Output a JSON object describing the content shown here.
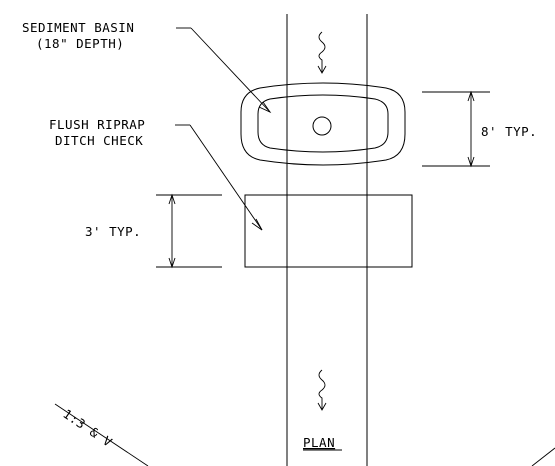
{
  "labels": {
    "sediment_basin_line1": "SEDIMENT BASIN",
    "sediment_basin_line2": "(18\" DEPTH)",
    "riprap_line1": "FLUSH RIPRAP",
    "riprap_line2": "DITCH CHECK",
    "dim_8ft": "8' TYP.",
    "dim_3ft": "3' TYP.",
    "view_title": "PLAN",
    "slope_note_partial": "1:3 & V"
  }
}
